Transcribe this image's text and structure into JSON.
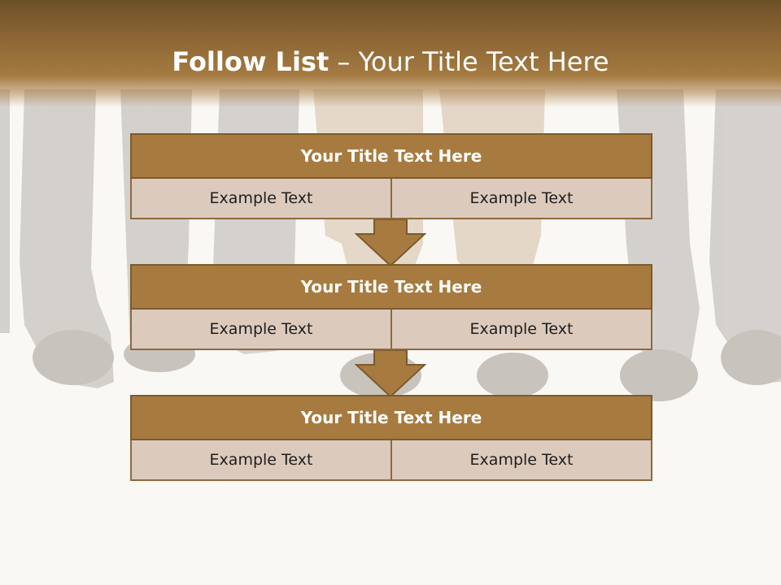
{
  "slide": {
    "title_bold": "Follow List",
    "title_rest": "– Your Title Text Here"
  },
  "blocks": [
    {
      "title": "Your Title Text Here",
      "left": "Example Text",
      "right": "Example Text"
    },
    {
      "title": "Your Title Text Here",
      "left": "Example Text",
      "right": "Example Text"
    },
    {
      "title": "Your Title Text Here",
      "left": "Example Text",
      "right": "Example Text"
    }
  ],
  "colors": {
    "header": "#8b6535",
    "block_title": "#a77b3f",
    "cell": "#dccbbd",
    "arrow": "#a77b3f"
  }
}
